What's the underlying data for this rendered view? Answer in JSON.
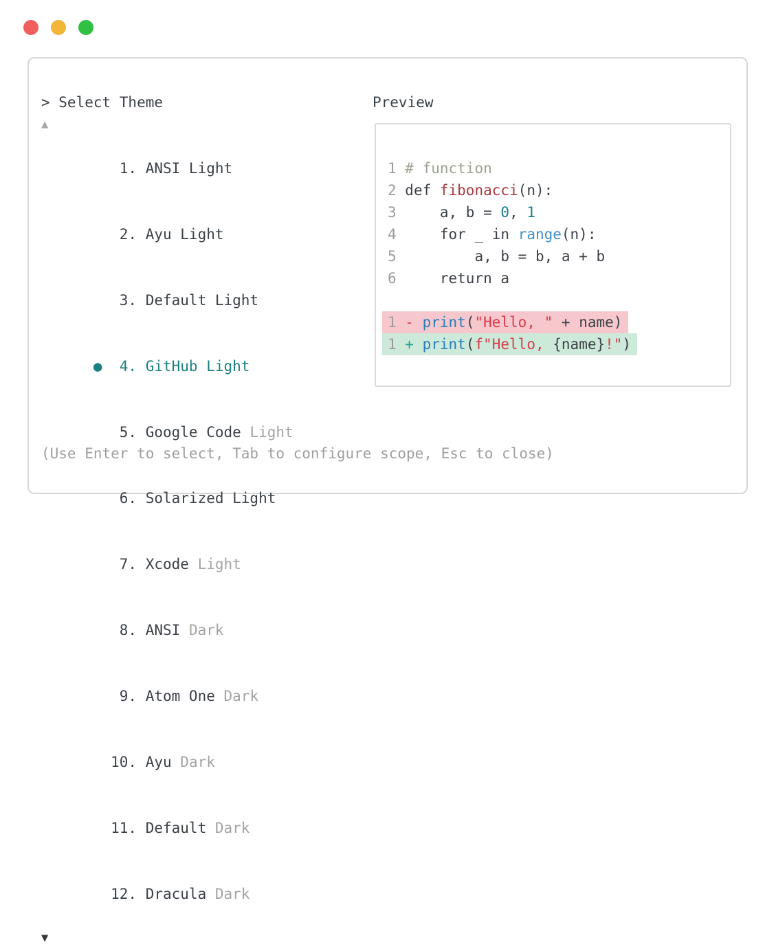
{
  "window": {
    "traffic_lights": [
      {
        "name": "close",
        "color": "#f15f5c"
      },
      {
        "name": "minimize",
        "color": "#f2b63a"
      },
      {
        "name": "zoom",
        "color": "#2fc044"
      }
    ]
  },
  "palette": {
    "text_dark": "#3b4148",
    "text_gray": "#9e9e9e",
    "selected_teal": "#1b7f80",
    "scroll_up_gray": "#aaaaaa",
    "scroll_down_dark": "#33383d"
  },
  "theme_picker": {
    "header": "> Select Theme",
    "scroll_up": "▲",
    "scroll_down": "▼",
    "items": [
      {
        "prefix": "   1. ",
        "name": "ANSI Light",
        "suffix": "",
        "color": "#3b4148",
        "suffix_color": "#a3a3a3",
        "selected": "false"
      },
      {
        "prefix": "   2. ",
        "name": "Ayu Light",
        "suffix": "",
        "color": "#3b4148",
        "suffix_color": "#a3a3a3",
        "selected": "false"
      },
      {
        "prefix": "   3. ",
        "name": "Default Light",
        "suffix": "",
        "color": "#3b4148",
        "suffix_color": "#a3a3a3",
        "selected": "false"
      },
      {
        "prefix": "●  4. ",
        "name": "GitHub Light",
        "suffix": "",
        "color": "#1b7f80",
        "suffix_color": "#1b7f80",
        "selected": "true"
      },
      {
        "prefix": "   5. ",
        "name": "Google Code",
        "suffix": " Light",
        "color": "#3b4148",
        "suffix_color": "#a3a3a3",
        "selected": "false"
      },
      {
        "prefix": "   6. ",
        "name": "Solarized Light",
        "suffix": "",
        "color": "#3b4148",
        "suffix_color": "#a3a3a3",
        "selected": "false"
      },
      {
        "prefix": "   7. ",
        "name": "Xcode",
        "suffix": " Light",
        "color": "#3b4148",
        "suffix_color": "#a3a3a3",
        "selected": "false"
      },
      {
        "prefix": "   8. ",
        "name": "ANSI",
        "suffix": " Dark",
        "color": "#3b4148",
        "suffix_color": "#a3a3a3",
        "selected": "false"
      },
      {
        "prefix": "   9. ",
        "name": "Atom One",
        "suffix": " Dark",
        "color": "#3b4148",
        "suffix_color": "#a3a3a3",
        "selected": "false"
      },
      {
        "prefix": "  10. ",
        "name": "Ayu",
        "suffix": " Dark",
        "color": "#3b4148",
        "suffix_color": "#a3a3a3",
        "selected": "false"
      },
      {
        "prefix": "  11. ",
        "name": "Default",
        "suffix": " Dark",
        "color": "#3b4148",
        "suffix_color": "#a3a3a3",
        "selected": "false"
      },
      {
        "prefix": "  12. ",
        "name": "Dracula",
        "suffix": " Dark",
        "color": "#3b4148",
        "suffix_color": "#a3a3a3",
        "selected": "false"
      }
    ],
    "footer_hint": "(Use Enter to select, Tab to configure scope, Esc to close)",
    "footer_color": "#9e9e9e"
  },
  "preview": {
    "title": "Preview",
    "lines": [
      {
        "tokens": [
          {
            "t": "1 ",
            "c": "#9b9b9b"
          },
          {
            "t": "# function",
            "c": "#9aa291"
          }
        ]
      },
      {
        "tokens": [
          {
            "t": "2 ",
            "c": "#9b9b9b"
          },
          {
            "t": "def ",
            "c": "#3b4148"
          },
          {
            "t": "fibonacci",
            "c": "#aa3a3f"
          },
          {
            "t": "(n):",
            "c": "#3b4148"
          }
        ]
      },
      {
        "tokens": [
          {
            "t": "3 ",
            "c": "#9b9b9b"
          },
          {
            "t": "    a, b = ",
            "c": "#3b4148"
          },
          {
            "t": "0",
            "c": "#1b808a"
          },
          {
            "t": ", ",
            "c": "#3b4148"
          },
          {
            "t": "1",
            "c": "#1b808a"
          }
        ]
      },
      {
        "tokens": [
          {
            "t": "4 ",
            "c": "#9b9b9b"
          },
          {
            "t": "    for _ in ",
            "c": "#3b4148"
          },
          {
            "t": "range",
            "c": "#3f90c8"
          },
          {
            "t": "(n):",
            "c": "#3b4148"
          }
        ]
      },
      {
        "tokens": [
          {
            "t": "5 ",
            "c": "#9b9b9b"
          },
          {
            "t": "        a, b = b, a + b",
            "c": "#3b4148"
          }
        ]
      },
      {
        "tokens": [
          {
            "t": "6 ",
            "c": "#9b9b9b"
          },
          {
            "t": "    return a",
            "c": "#3b4148"
          }
        ]
      }
    ],
    "diff_lines": [
      {
        "bg": "#f6c8cd",
        "tokens": [
          {
            "t": "1 ",
            "c": "#9b9b9b"
          },
          {
            "t": "- ",
            "c": "#da3a4b"
          },
          {
            "t": "print",
            "c": "#2a7cb8"
          },
          {
            "t": "(",
            "c": "#3b4148"
          },
          {
            "t": "\"Hello, \"",
            "c": "#da3a4b"
          },
          {
            "t": " + name)",
            "c": "#3b4148"
          }
        ]
      },
      {
        "bg": "#cde9da",
        "tokens": [
          {
            "t": "1 ",
            "c": "#9b9b9b"
          },
          {
            "t": "+ ",
            "c": "#27a08d"
          },
          {
            "t": "print",
            "c": "#2a7cb8"
          },
          {
            "t": "(",
            "c": "#3b4148"
          },
          {
            "t": "f\"Hello, ",
            "c": "#da3a4b"
          },
          {
            "t": "{name}",
            "c": "#3b4148"
          },
          {
            "t": "!\"",
            "c": "#da3a4b"
          },
          {
            "t": ")",
            "c": "#3b4148"
          }
        ]
      }
    ]
  }
}
